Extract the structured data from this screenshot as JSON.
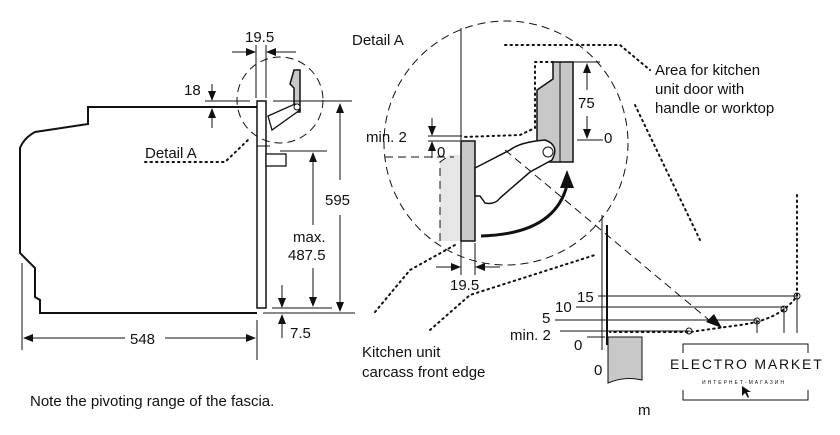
{
  "labels": {
    "detail_a_top": "Detail A",
    "detail_a_small": "Detail A",
    "dim_19_5_top": "19.5",
    "dim_18": "18",
    "dim_595": "595",
    "dim_max": "max.",
    "dim_487_5": "487.5",
    "dim_7_5": "7.5",
    "dim_548": "548",
    "dim_min2_detail": "min. 2",
    "dim_0_detail": "0",
    "dim_75": "75",
    "dim_0_right": "0",
    "dim_19_5_bottom": "19.5",
    "area_line1": "Area for kitchen",
    "area_line2": "unit door with",
    "area_line3": "handle or worktop",
    "carcass_line1": "Kitchen unit",
    "carcass_line2": "carcass front edge",
    "scale_15": "15",
    "scale_10": "10",
    "scale_5": "5",
    "scale_min2": "min. 2",
    "scale_0": "0",
    "scale_0b": "0",
    "unit_m": "m",
    "note": "Note the pivoting range of the fascia."
  },
  "watermark": {
    "brand": "ELECTRO MARKET",
    "sub": "ИНТЕРНЕТ-МАГАЗИН"
  }
}
